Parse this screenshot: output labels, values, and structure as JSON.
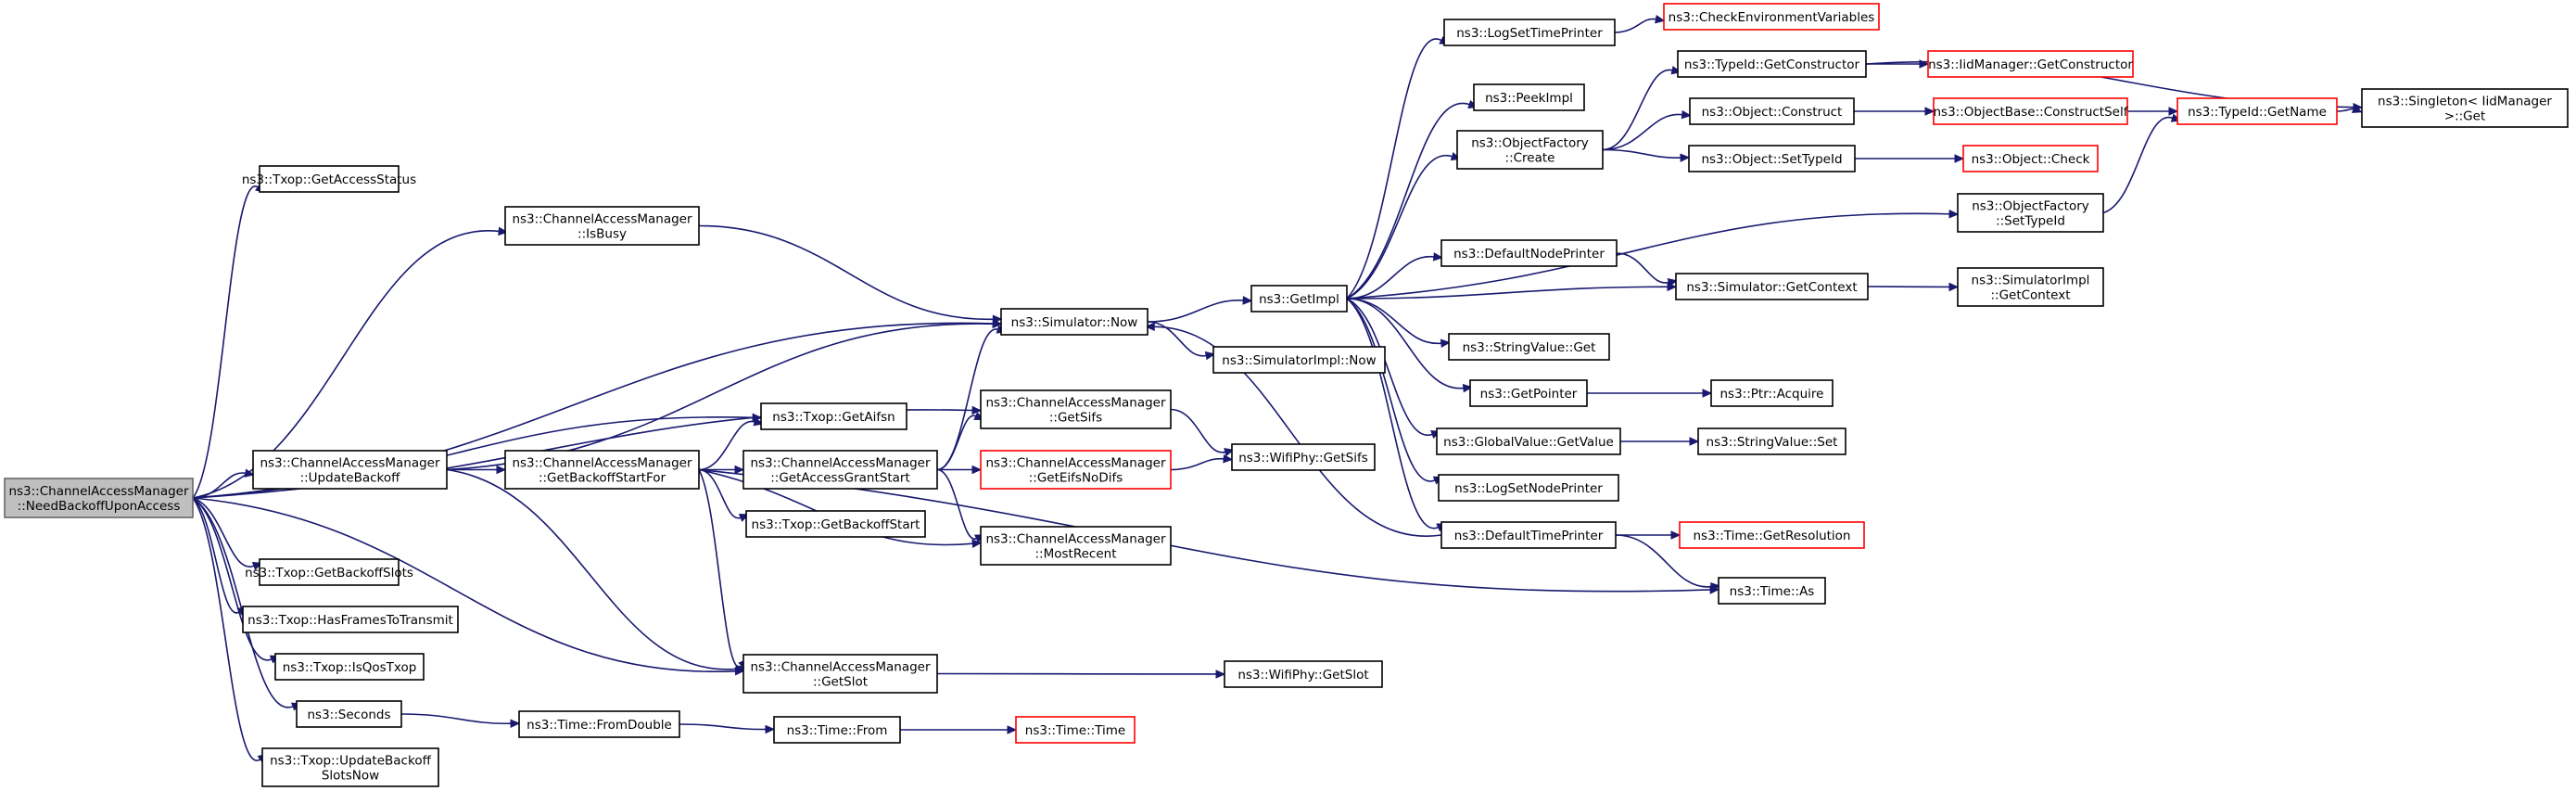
{
  "graph": {
    "colors": {
      "edge": "#191970",
      "border": "#000000",
      "highlight_border": "#ff0000",
      "root_fill": "#bfbfbf",
      "root_border": "#666666"
    },
    "nodes": [
      {
        "id": "root",
        "lines": [
          "ns3::ChannelAccessManager",
          "::NeedBackoffUponAccess"
        ],
        "root": true
      },
      {
        "id": "getAccessStatus",
        "lines": [
          "ns3::Txop::GetAccessStatus"
        ]
      },
      {
        "id": "isBusy",
        "lines": [
          "ns3::ChannelAccessManager",
          "::IsBusy"
        ]
      },
      {
        "id": "updateBackoff",
        "lines": [
          "ns3::ChannelAccessManager",
          "::UpdateBackoff"
        ]
      },
      {
        "id": "getBackoffSlots",
        "lines": [
          "ns3::Txop::GetBackoffSlots"
        ]
      },
      {
        "id": "hasFrames",
        "lines": [
          "ns3::Txop::HasFramesToTransmit"
        ]
      },
      {
        "id": "isQos",
        "lines": [
          "ns3::Txop::IsQosTxop"
        ]
      },
      {
        "id": "seconds",
        "lines": [
          "ns3::Seconds"
        ]
      },
      {
        "id": "updateSlotsNow",
        "lines": [
          "ns3::Txop::UpdateBackoff",
          "SlotsNow"
        ]
      },
      {
        "id": "getBackoffStartFor",
        "lines": [
          "ns3::ChannelAccessManager",
          "::GetBackoffStartFor"
        ]
      },
      {
        "id": "fromDouble",
        "lines": [
          "ns3::Time::FromDouble"
        ]
      },
      {
        "id": "simNow",
        "lines": [
          "ns3::Simulator::Now"
        ]
      },
      {
        "id": "getAifsn",
        "lines": [
          "ns3::Txop::GetAifsn"
        ]
      },
      {
        "id": "getAccessGrantStart",
        "lines": [
          "ns3::ChannelAccessManager",
          "::GetAccessGrantStart"
        ]
      },
      {
        "id": "getBackoffStart",
        "lines": [
          "ns3::Txop::GetBackoffStart"
        ]
      },
      {
        "id": "getSlot",
        "lines": [
          "ns3::ChannelAccessManager",
          "::GetSlot"
        ]
      },
      {
        "id": "timeFrom",
        "lines": [
          "ns3::Time::From"
        ]
      },
      {
        "id": "getSifs",
        "lines": [
          "ns3::ChannelAccessManager",
          "::GetSifs"
        ]
      },
      {
        "id": "getEifsNoDifs",
        "lines": [
          "ns3::ChannelAccessManager",
          "::GetEifsNoDifs"
        ],
        "red": true
      },
      {
        "id": "mostRecent",
        "lines": [
          "ns3::ChannelAccessManager",
          "::MostRecent"
        ]
      },
      {
        "id": "timeTime",
        "lines": [
          "ns3::Time::Time"
        ],
        "red": true
      },
      {
        "id": "wifiGetSifs",
        "lines": [
          "ns3::WifiPhy::GetSifs"
        ]
      },
      {
        "id": "wifiGetSlot",
        "lines": [
          "ns3::WifiPhy::GetSlot"
        ]
      },
      {
        "id": "getImpl",
        "lines": [
          "ns3::GetImpl"
        ]
      },
      {
        "id": "simImplNow",
        "lines": [
          "ns3::SimulatorImpl::Now"
        ]
      },
      {
        "id": "logSetTimePrinter",
        "lines": [
          "ns3::LogSetTimePrinter"
        ]
      },
      {
        "id": "peekImpl",
        "lines": [
          "ns3::PeekImpl"
        ]
      },
      {
        "id": "objFactoryCreate",
        "lines": [
          "ns3::ObjectFactory",
          "::Create"
        ]
      },
      {
        "id": "defaultNodePrinter",
        "lines": [
          "ns3::DefaultNodePrinter"
        ]
      },
      {
        "id": "stringValueGet",
        "lines": [
          "ns3::StringValue::Get"
        ]
      },
      {
        "id": "getPointer",
        "lines": [
          "ns3::GetPointer"
        ]
      },
      {
        "id": "globalValueGetValue",
        "lines": [
          "ns3::GlobalValue::GetValue"
        ]
      },
      {
        "id": "logSetNodePrinter",
        "lines": [
          "ns3::LogSetNodePrinter"
        ]
      },
      {
        "id": "defaultTimePrinter",
        "lines": [
          "ns3::DefaultTimePrinter"
        ]
      },
      {
        "id": "checkEnv",
        "lines": [
          "ns3::CheckEnvironmentVariables"
        ],
        "red": true
      },
      {
        "id": "typeIdGetConstructor",
        "lines": [
          "ns3::TypeId::GetConstructor"
        ]
      },
      {
        "id": "objectConstruct",
        "lines": [
          "ns3::Object::Construct"
        ]
      },
      {
        "id": "objectSetTypeId",
        "lines": [
          "ns3::Object::SetTypeId"
        ]
      },
      {
        "id": "objFactorySetTypeId",
        "lines": [
          "ns3::ObjectFactory",
          "::SetTypeId"
        ]
      },
      {
        "id": "simGetContext",
        "lines": [
          "ns3::Simulator::GetContext"
        ]
      },
      {
        "id": "ptrAcquire",
        "lines": [
          "ns3::Ptr::Acquire"
        ]
      },
      {
        "id": "stringValueSet",
        "lines": [
          "ns3::StringValue::Set"
        ]
      },
      {
        "id": "timeGetResolution",
        "lines": [
          "ns3::Time::GetResolution"
        ],
        "red": true
      },
      {
        "id": "timeAs",
        "lines": [
          "ns3::Time::As"
        ]
      },
      {
        "id": "iidGetConstructor",
        "lines": [
          "ns3::IidManager::GetConstructor"
        ],
        "red": true
      },
      {
        "id": "objBaseConstructSelf",
        "lines": [
          "ns3::ObjectBase::ConstructSelf"
        ],
        "red": true
      },
      {
        "id": "objectCheck",
        "lines": [
          "ns3::Object::Check"
        ],
        "red": true
      },
      {
        "id": "simImplGetContext",
        "lines": [
          "ns3::SimulatorImpl",
          "::GetContext"
        ]
      },
      {
        "id": "typeIdGetName",
        "lines": [
          "ns3::TypeId::GetName"
        ],
        "red": true
      },
      {
        "id": "singletonGet",
        "lines": [
          "ns3::Singleton< IidManager",
          " >::Get"
        ]
      }
    ],
    "edges": [
      [
        "root",
        "getAccessStatus"
      ],
      [
        "root",
        "isBusy"
      ],
      [
        "root",
        "simNow"
      ],
      [
        "root",
        "getAifsn"
      ],
      [
        "root",
        "getSifs"
      ],
      [
        "root",
        "updateBackoff"
      ],
      [
        "root",
        "getBackoffSlots"
      ],
      [
        "root",
        "hasFrames"
      ],
      [
        "root",
        "isQos"
      ],
      [
        "root",
        "seconds"
      ],
      [
        "root",
        "updateSlotsNow"
      ],
      [
        "root",
        "getSlot"
      ],
      [
        "isBusy",
        "simNow"
      ],
      [
        "updateBackoff",
        "simNow"
      ],
      [
        "updateBackoff",
        "getBackoffStartFor"
      ],
      [
        "updateBackoff",
        "getSlot"
      ],
      [
        "getBackoffStartFor",
        "getAifsn"
      ],
      [
        "getBackoffStartFor",
        "getAccessGrantStart"
      ],
      [
        "getBackoffStartFor",
        "getBackoffStart"
      ],
      [
        "getBackoffStartFor",
        "getSlot"
      ],
      [
        "getBackoffStartFor",
        "mostRecent"
      ],
      [
        "getBackoffStartFor",
        "timeAs"
      ],
      [
        "getAccessGrantStart",
        "simNow"
      ],
      [
        "getAccessGrantStart",
        "getSifs"
      ],
      [
        "getAccessGrantStart",
        "getEifsNoDifs"
      ],
      [
        "getAccessGrantStart",
        "mostRecent"
      ],
      [
        "seconds",
        "fromDouble"
      ],
      [
        "fromDouble",
        "timeFrom"
      ],
      [
        "timeFrom",
        "timeTime"
      ],
      [
        "simNow",
        "getImpl"
      ],
      [
        "simNow",
        "simImplNow"
      ],
      [
        "getSifs",
        "wifiGetSifs"
      ],
      [
        "getEifsNoDifs",
        "wifiGetSifs"
      ],
      [
        "getSlot",
        "wifiGetSlot"
      ],
      [
        "getImpl",
        "logSetTimePrinter"
      ],
      [
        "getImpl",
        "peekImpl"
      ],
      [
        "getImpl",
        "objFactoryCreate"
      ],
      [
        "getImpl",
        "objFactorySetTypeId"
      ],
      [
        "getImpl",
        "defaultNodePrinter"
      ],
      [
        "getImpl",
        "simGetContext"
      ],
      [
        "getImpl",
        "stringValueGet"
      ],
      [
        "getImpl",
        "getPointer"
      ],
      [
        "getImpl",
        "globalValueGetValue"
      ],
      [
        "getImpl",
        "logSetNodePrinter"
      ],
      [
        "getImpl",
        "defaultTimePrinter"
      ],
      [
        "logSetTimePrinter",
        "checkEnv"
      ],
      [
        "objFactoryCreate",
        "typeIdGetConstructor"
      ],
      [
        "objFactoryCreate",
        "objectConstruct"
      ],
      [
        "objFactoryCreate",
        "objectSetTypeId"
      ],
      [
        "typeIdGetConstructor",
        "iidGetConstructor"
      ],
      [
        "typeIdGetConstructor",
        "singletonGet"
      ],
      [
        "objectConstruct",
        "objBaseConstructSelf"
      ],
      [
        "objBaseConstructSelf",
        "typeIdGetName"
      ],
      [
        "typeIdGetName",
        "singletonGet"
      ],
      [
        "objectSetTypeId",
        "objectCheck"
      ],
      [
        "objFactorySetTypeId",
        "typeIdGetName"
      ],
      [
        "defaultNodePrinter",
        "simGetContext"
      ],
      [
        "simGetContext",
        "simImplGetContext"
      ],
      [
        "getPointer",
        "ptrAcquire"
      ],
      [
        "globalValueGetValue",
        "stringValueSet"
      ],
      [
        "defaultTimePrinter",
        "simNow"
      ],
      [
        "defaultTimePrinter",
        "timeGetResolution"
      ],
      [
        "defaultTimePrinter",
        "timeAs"
      ]
    ]
  }
}
